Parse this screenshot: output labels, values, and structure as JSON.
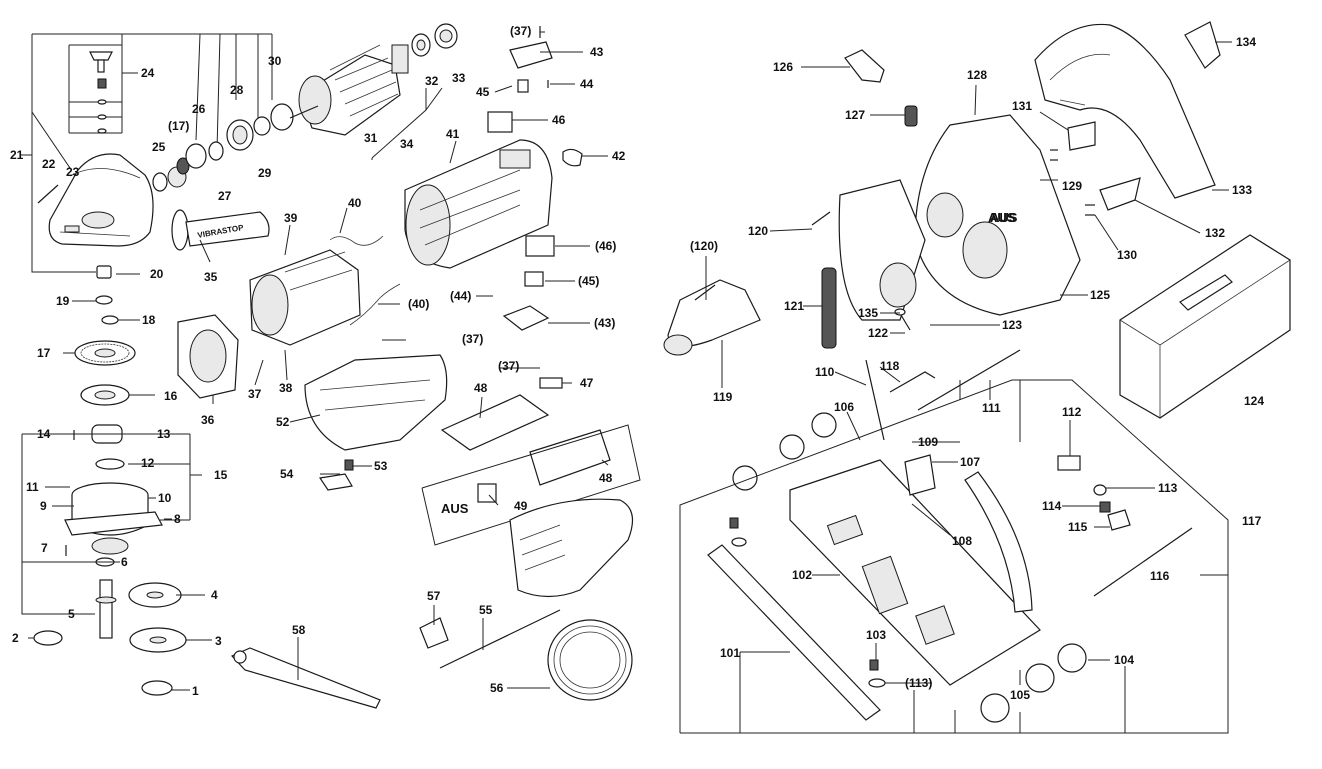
{
  "labels": [
    "(37)",
    "43",
    "24",
    "26",
    "28",
    "30",
    "32",
    "33",
    "44",
    "45",
    "46",
    "(17)",
    "21",
    "22",
    "23",
    "25",
    "27",
    "29",
    "31",
    "34",
    "41",
    "42",
    "39",
    "40",
    "35",
    "20",
    "(46)",
    "(45)",
    "(44)",
    "(43)",
    "19",
    "18",
    "(40)",
    "(37)",
    "17",
    "36",
    "37",
    "38",
    "(37)",
    "47",
    "16",
    "52",
    "48",
    "14",
    "13",
    "12",
    "15",
    "54",
    "53",
    "48",
    "11",
    "10",
    "9",
    "8",
    "AUS",
    "49",
    "7",
    "6",
    "4",
    "5",
    "57",
    "55",
    "58",
    "2",
    "3",
    "56",
    "1",
    "126",
    "128",
    "134",
    "127",
    "131",
    "129",
    "133",
    "120",
    "AUS",
    "132",
    "130",
    "(120)",
    "121",
    "125",
    "135",
    "122",
    "123",
    "124",
    "119",
    "118",
    "110",
    "106",
    "111",
    "112",
    "109",
    "107",
    "113",
    "114",
    "115",
    "117",
    "108",
    "116",
    "102",
    "103",
    "101",
    "(113)",
    "104",
    "105"
  ],
  "aus_text": "AUS",
  "handle_text": "VIBRASTOP"
}
